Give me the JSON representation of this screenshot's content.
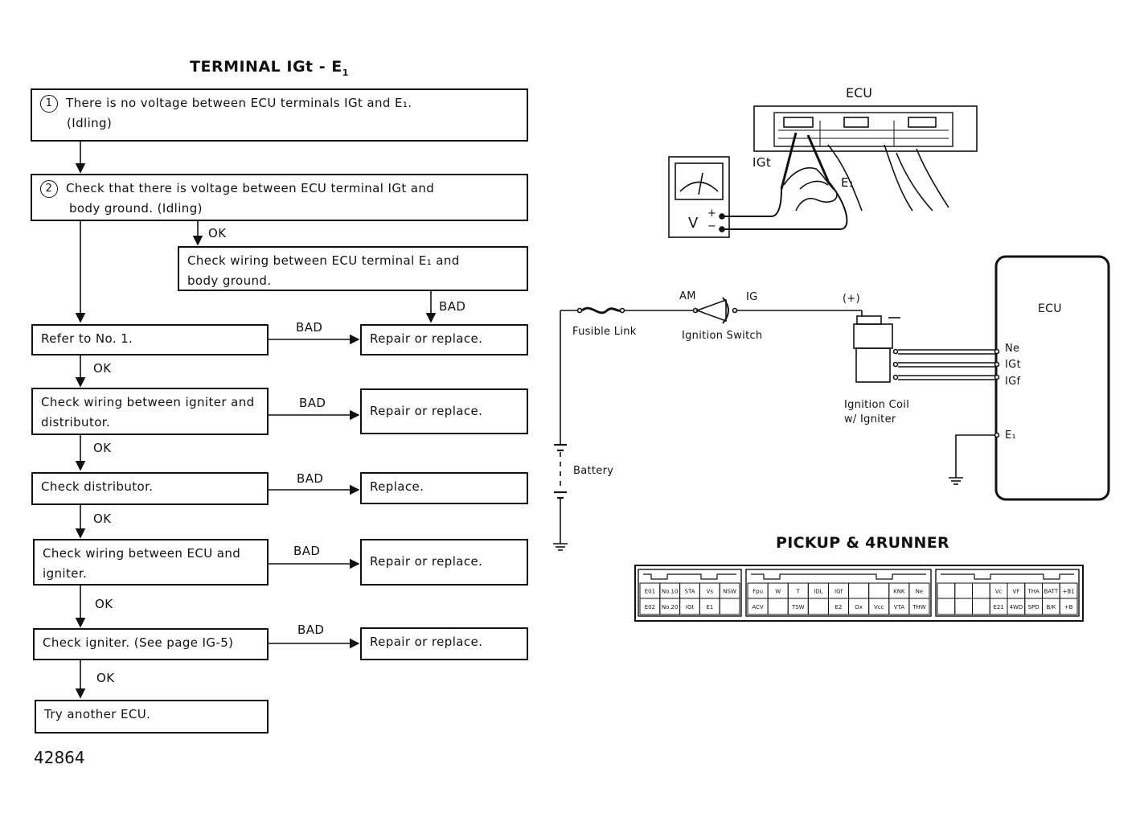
{
  "title": {
    "main": "TERMINAL IGt - E",
    "sub": "1"
  },
  "steps": {
    "s1": {
      "num": "1",
      "line1": "There is no voltage between ECU terminals IGt and E₁.",
      "line2": "(Idling)"
    },
    "s2": {
      "num": "2",
      "line1": "Check that there is voltage between ECU terminal IGt and",
      "line2": "body ground. (Idling)"
    },
    "s2b": {
      "line1": "Check wiring between ECU terminal E₁ and",
      "line2": "body ground."
    },
    "s3": {
      "line1": "Refer to No. 1."
    },
    "s4": {
      "line1": "Check wiring between igniter and",
      "line2": "distributor."
    },
    "s5": {
      "line1": "Check distributor."
    },
    "s6": {
      "line1": "Check wiring between ECU and",
      "line2": "igniter."
    },
    "s7": {
      "line1": "Check igniter. (See page IG-5)"
    },
    "s8": {
      "line1": "Try another ECU."
    },
    "r0": {
      "line1": "Repair or replace."
    },
    "r1": {
      "line1": "Repair or replace."
    },
    "r2": {
      "line1": "Replace."
    },
    "r3": {
      "line1": "Repair or replace."
    },
    "r4": {
      "line1": "Repair or replace."
    }
  },
  "labels": {
    "ok": "OK",
    "bad": "BAD"
  },
  "figure_code": "42864",
  "meter_diagram": {
    "ecu": "ECU",
    "igt": "IGt",
    "e1": "E₁",
    "v": "V",
    "plus": "+",
    "minus": "−"
  },
  "circuit": {
    "am": "AM",
    "ig": "IG",
    "plus1": "(+)",
    "fusible_link": "Fusible Link",
    "ignition_switch": "Ignition Switch",
    "battery": "Battery",
    "coil_line1": "Ignition Coil",
    "coil_line2": "w/ Igniter",
    "ecu": "ECU",
    "ne": "Ne",
    "igt": "IGt",
    "igf": "IGf",
    "e1": "E₁"
  },
  "connector": {
    "title": "PICKUP & 4RUNNER",
    "block1_top": [
      "E01",
      "No.10",
      "STA",
      "Vs",
      "NSW"
    ],
    "block1_bot": [
      "E02",
      "No.20",
      "IGt",
      "E1",
      ""
    ],
    "block2_top": [
      "Fpu",
      "W",
      "T",
      "IDL",
      "IGf",
      "",
      "",
      "KNK",
      "Ne"
    ],
    "block2_bot": [
      "ACV",
      "",
      "TSW",
      "",
      "E2",
      "Ox",
      "Vcc",
      "VTA",
      "THW"
    ],
    "block3_top": [
      "",
      "",
      "",
      "Vc",
      "VF",
      "THA",
      "BATT",
      "+B1"
    ],
    "block3_bot": [
      "",
      "",
      "",
      "E21",
      "4WD",
      "SPD",
      "B/K",
      "+B"
    ]
  }
}
